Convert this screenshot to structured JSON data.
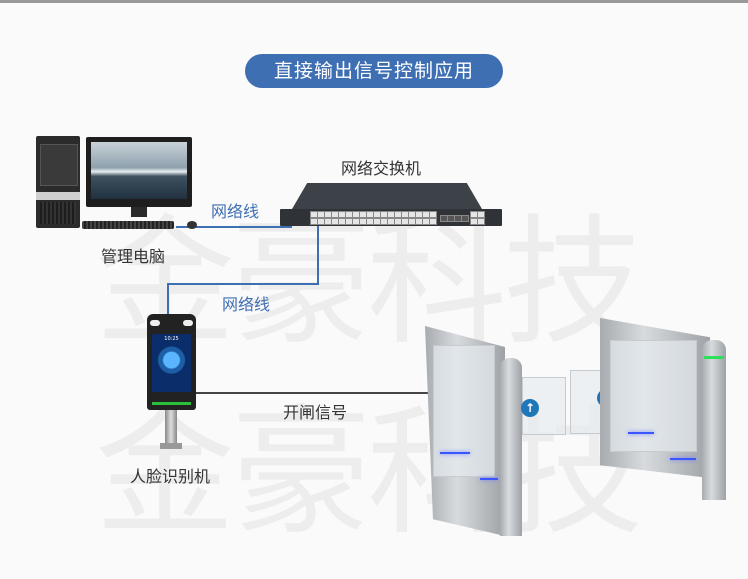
{
  "title": "直接输出信号控制应用",
  "watermark": [
    "金豪科技",
    "金豪科技"
  ],
  "nodes": {
    "management_pc": {
      "label": "管理电脑",
      "icon": "desktop-computer-icon"
    },
    "network_switch": {
      "label": "网络交换机",
      "icon": "network-switch-icon"
    },
    "face_terminal": {
      "label": "人脸识别机",
      "icon": "face-recognition-terminal-icon",
      "screen_time": "10:25"
    },
    "swing_gate": {
      "label": "",
      "icon": "swing-barrier-gate-icon"
    }
  },
  "connections": [
    {
      "from": "management_pc",
      "to": "network_switch",
      "label": "网络线",
      "color": "#3f6fb3"
    },
    {
      "from": "network_switch",
      "to": "face_terminal",
      "label": "网络线",
      "color": "#3f6fb3"
    },
    {
      "from": "face_terminal",
      "to": "swing_gate",
      "label": "开闸信号",
      "color": "#444444"
    }
  ],
  "colors": {
    "accent": "#3f6fb3",
    "background": "#fafafa",
    "signal_line": "#444444"
  }
}
